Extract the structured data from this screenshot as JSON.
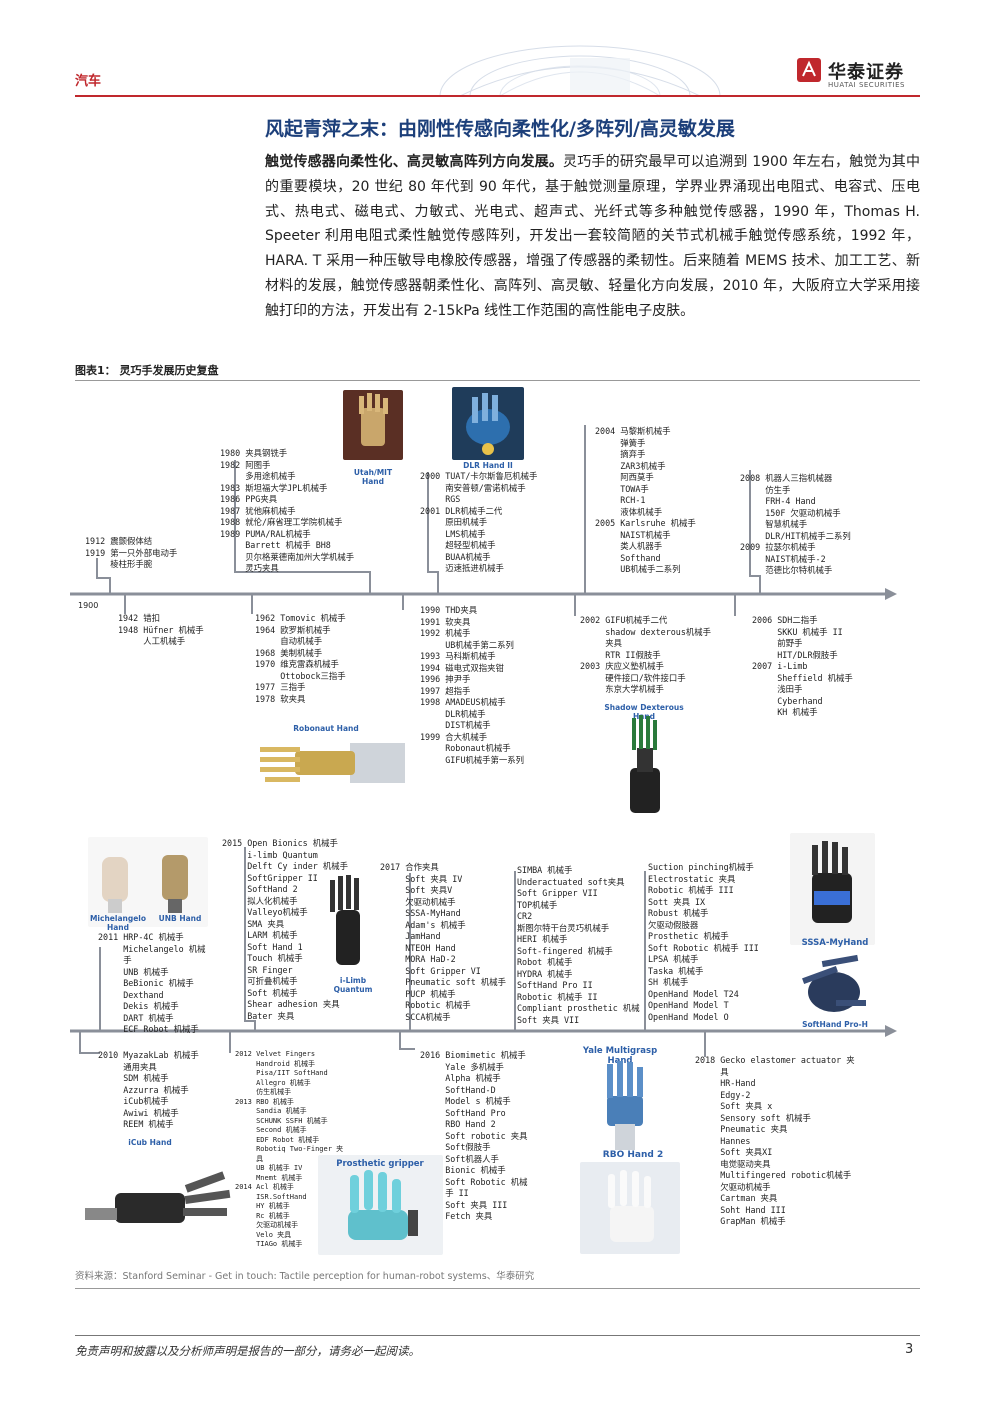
{
  "header": {
    "category": "汽车",
    "logo_cn": "华泰证券",
    "logo_en": "HUATAI SECURITIES"
  },
  "section_title": "风起青萍之末：由刚性传感向柔性化/多阵列/高灵敏发展",
  "paragraph": {
    "lead": "触觉传感器向柔性化、高灵敏高阵列方向发展。",
    "body": "灵巧手的研究最早可以追溯到 1900 年左右，触觉为其中的重要模块，20 世纪 80 年代到 90 年代，基于触觉测量原理，学界业界涌现出电阻式、电容式、压电式、热电式、磁电式、力敏式、光电式、超声式、光纤式等多种触觉传感器，1990 年，Thomas H. Speeter 利用电阻式柔性触觉传感阵列，开发出一套较简陋的关节式机械手触觉传感系统，1992 年，HARA. T 采用一种压敏导电橡胶传感器，增强了传感器的柔韧性。后来随着 MEMS 技术、加工工艺、新材料的发展，触觉传感器朝柔性化、高阵列、高灵敏、轻量化方向发展，2010 年，大阪府立大学采用接触打印的方法，开发出有 2-15kPa 线性工作范围的高性能电子皮肤。"
  },
  "figure": {
    "title": "图表1：  灵巧手发展历史复盘",
    "source": "资料来源：Stanford Seminar - Get in touch: Tactile perception for human-robot systems、华泰研究"
  },
  "timeline1": {
    "start": "1900",
    "g1912": "1912 震颤假体结\n1919 第一只外部电动手\n     棱柱形手腕",
    "g1980": "1980 夹具钢铣手\n1982 阿图手\n     多用途机械手\n1983 斯坦福大学JPL机械手\n1986 PPG夹具\n1987 犹他麻机械手\n1988 就伦/麻省理工学院机械手\n1989 PUMA/RAL机械手\n     Barrett 机械手 BH8\n     贝尔格莱德南加州大学机械手\n     灵巧夹具",
    "g2000": "2000 TUAT/卡尔斯鲁厄机械手\n     南安普顿/雷诺机械手\n     RGS\n2001 DLR机械手二代\n     原田机械手\n     LMS机械手\n     超轻型机械手\n     BUAA机械手\n     迈速抵进机械手",
    "g2004": "2004 马黎斯机械手\n     弹簧手\n     摘弃手\n     ZAR3机械手\n     阿西莫手\n     TOWA手\n     RCH-1\n     液体机械手\n2005 Karlsruhe 机械手\n     NAIST机械手\n     类人机器手\n     Softhand\n     UB机械手二系列",
    "g2008": "2008 机器人三指机械器\n     仿生手\n     FRH-4 Hand\n     150F 欠驱动机械手\n     智慧机械手\n     DLR/HIT机械手二系列\n2009 拉瑟尔机械手\n     NAIST机械手-2\n     范德比尔特机械手",
    "g1942": "1942 错扣\n1948 Hüfner 机械手\n     人工机械手",
    "g1962": "1962 Tomovic 机械手\n1964 欧罗斯机械手\n     自动机械手\n1968 美制机械手\n1970 维克雷森机械手\n     Ottobock三指手\n1977 三指手\n1978 软夹具",
    "g1990": "1990 THD夹具\n1991 软夹具\n1992 机械手\n     UB机械手第二系列\n1993 马科斯机械手\n1994 磁电式双指夹钳\n1996 抻尹手\n1997 超指手\n1998 AMADEUS机械手\n     DLR机械手\n     DIST机械手\n1999 合大机械手\n     Robonaut机械手\n     GIFU机械手第一系列",
    "g2002": "2002 GIFU机械手二代\n     shadow dexterous机械手\n     夹具\n     RTR II假肢手\n2003 庆应义塾机械手\n     硬件接口/软件接口手\n     东京大学机械手",
    "g2006": "2006 SDH二指手\n     SKKU 机械手 II\n     前野手\n     HIT/DLR假肢手\n2007 i-Limb\n     Sheffield 机械手\n     浅田手\n     Cyberhand\n     KH 机械手"
  },
  "timeline2": {
    "g2011": "2011 HRP-4C 机械手\n     Michelangelo 机械\n     手\n     UNB 机械手\n     BeBionic 机械手\n     Dexthand\n     Dekis 机械手\n     DART 机械手\n     ECF Robot 机械手",
    "g2015": "2015 Open Bionics 机械手\n     i-limb Quantum\n     Delft Cy inder 机械手\n     SoftGripper II\n     SoftHand 2\n     拟人化机械手\n     Valleyo机械手\n     SMA 夹具\n     LARM 机械手\n     Soft Hand 1\n     Touch 机械手\n     SR Finger\n     可折叠机械手\n     Soft 机械手\n     Shear adhesion 夹具\n     Bater 夹具",
    "g2017a": "2017 合作夹具\n     Soft 夹具 IV\n     Soft 夹具V\n     欠驱动机械手\n     SSSA-MyHand\n     Adam's 机械手\n     JamHand\n     NTEOH Hand\n     MORA HaD-2\n     Soft Gripper VI\n     Pneumatic soft 机械手\n     PUCP 机械手\n     Robotic 机械手\n     SCCA机械手",
    "g2017b": "SIMBA 机械手\nUnderactuated soft夹具\nSoft Gripper VII\nTOP机械手\nCR2\n斯图尔特干台灵巧机械手\nHERI 机械手\nSoft-fingered 机械手\nRobot 机械手\nHYDRA 机械手\nSoftHand Pro II\nRobotic 机械手 II\nCompliant prosthetic 机械\nSoft 夹具 VII",
    "g2017c": "Suction pinching机械手\nElectrostatic 夹具\nRobotic 机械手 III\nSott 夹具 IX\nRobust 机械手\n欠驱动假肢器\nProsthetic 机械手\nSoft Robotic 机械手 III\nLPSA 机械手\nTaska 机械手\nSH 机械手\nOpenHand Model T24\nOpenHand Model T\nOpenHand Model O",
    "g2010": "2010 MyazakLab 机械手\n     通用夹具\n     SDM 机械手\n     Azzurra 机械手\n     iCub机械手\n     Awiwi 机械手\n     REEM 机械手",
    "g2012": "2012 Velvet Fingers\n     Handroid 机械手\n     Pisa/IIT SoftHand\n     Allegro 机械手\n     仿生机械手\n2013 RBO 机械手\n     Sandia 机械手\n     SCHUNK SSFH 机械手\n     Second 机械手\n     EDF Robot 机械手\n     Robotiq Two-Finger 夹\n     具\n     UB 机械手 IV\n     Mnemt 机械手\n2014 Acl 机械手\n     ISR.SoftHand\n     HY 机械手\n     Rc 机械手\n     欠驱动机械手\n     Velo 夹具\n     TIAGo 机械手",
    "g2016": "2016 Biomimetic 机械手\n     Yale 多机械手\n     Alpha 机械手\n     SoftHand-D\n     Model s 机械手\n     SoftHand Pro\n     RBO Hand 2\n     Soft robotic 夹具\n     Soft假肢手\n     Soft机器人手\n     Bionic 机械手\n     Soft Robotic 机械\n     手 II\n     Soft 夹具 III\n     Fetch 夹具",
    "g2018": "2018 Gecko elastomer actuator 夹\n     具\n     HR-Hand\n     Edgy-2\n     Soft 夹具 x\n     Sensory soft 机械手\n     Pneumatic 夹具\n     Hannes\n     Soft 夹具XI\n     电觉驱动夹具\n     Multifingered robotic机械手\n     欠驱动机械手\n     Cartman 夹具\n     Soht Hand III\n     GrapMan 机械手"
  },
  "captions": {
    "utah": "Utah/MIT Hand",
    "dlr": "DLR Hand II",
    "robonaut": "Robonaut Hand",
    "shadow": "Shadow Dexterous Hand",
    "michelangelo": "Michelangelo Hand",
    "unb": "UNB Hand",
    "ilimb": "i-Limb Quantum",
    "sssa": "SSSA-MyHand",
    "softhand": "SoftHand Pro-H",
    "yale": "Yale Multigrasp Hand",
    "rbo": "RBO Hand 2",
    "icub": "iCub Hand",
    "prosthetic": "Prosthetic gripper"
  },
  "footer": {
    "disclaimer": "免责声明和披露以及分析师声明是报告的一部分，请务必一起阅读。",
    "page": "3"
  },
  "colors": {
    "accent": "#c0282d",
    "title_blue": "#1c3f7a",
    "timeline": "#8a8f99"
  }
}
